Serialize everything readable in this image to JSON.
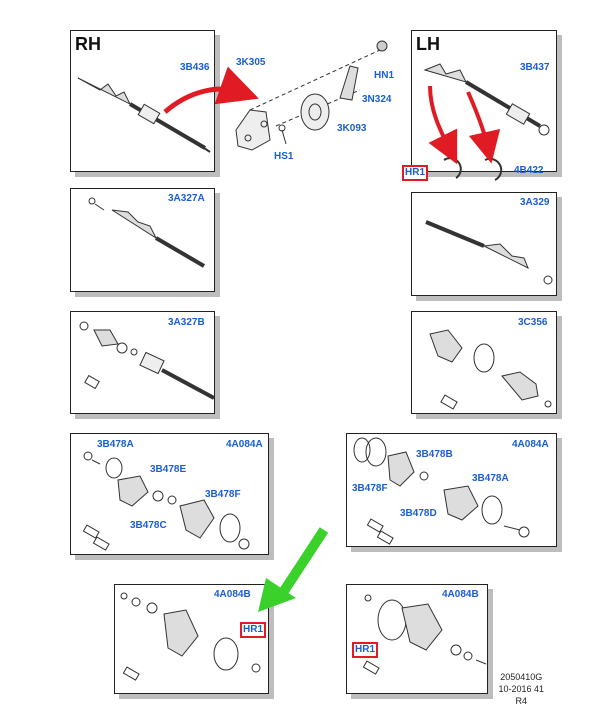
{
  "headers": {
    "rh": "RH",
    "lh": "LH"
  },
  "labels": {
    "rh_shaft": "3B436",
    "bracket": "3K305",
    "hn1": "HN1",
    "n324": "3N324",
    "k093": "3K093",
    "hs1": "HS1",
    "lh_shaft": "3B437",
    "hr1_top": "HR1",
    "b422": "4B422",
    "a327a": "3A327A",
    "a329": "3A329",
    "a327b": "3A327B",
    "c356": "3C356",
    "kit_l": "4A084A",
    "b478a_l": "3B478A",
    "b478e": "3B478E",
    "b478c": "3B478C",
    "b478f_l": "3B478F",
    "kit_r": "4A084A",
    "b478b": "3B478B",
    "b478f_r": "3B478F",
    "b478a_r": "3B478A",
    "b478d": "3B478D",
    "kit_bl": "4A084B",
    "hr1_bl": "HR1",
    "kit_br": "4A084B",
    "hr1_br": "HR1"
  },
  "footer": {
    "line1": "2050410G",
    "line2": "10-2016 41",
    "line3": "R4"
  },
  "colors": {
    "label": "#1a5fd0",
    "highlight": "#e01b24",
    "arrow_red": "#e01b24",
    "arrow_green": "#3ad12a"
  }
}
